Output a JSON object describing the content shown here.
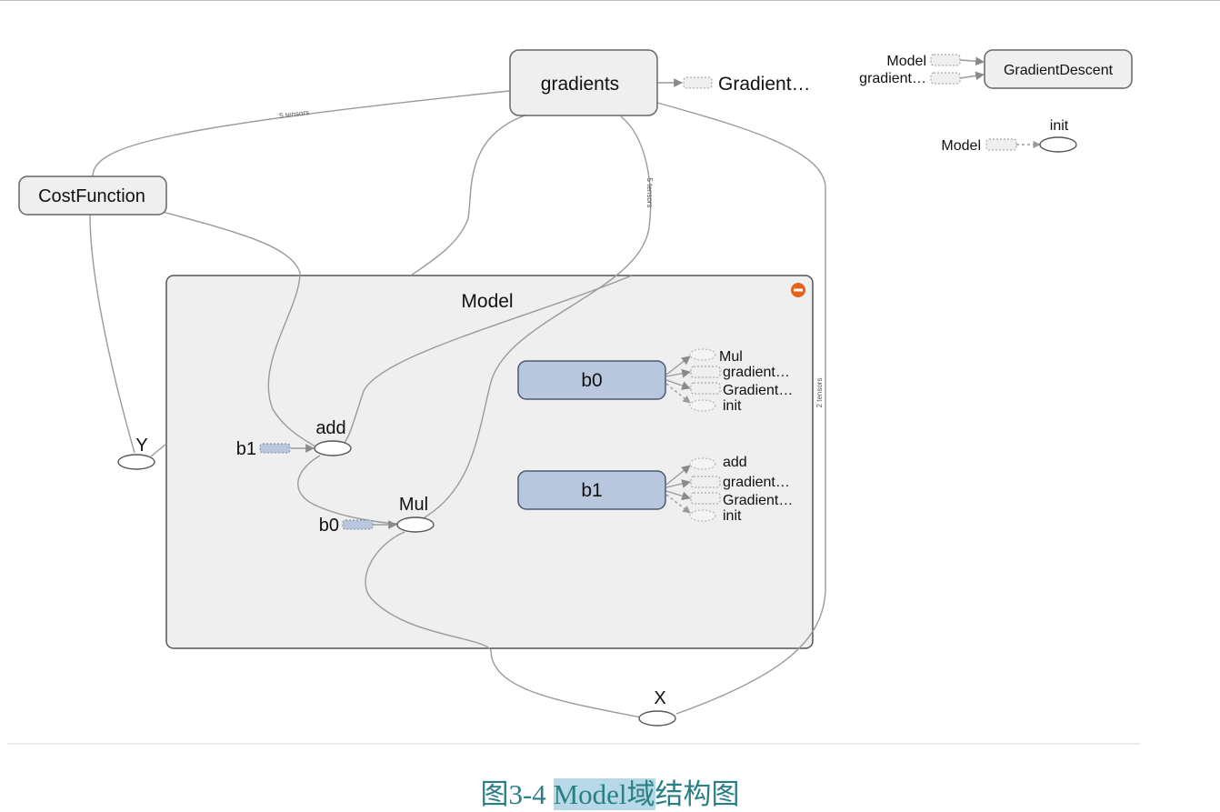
{
  "diagram": {
    "nodes": {
      "gradients": "gradients",
      "gradients_out": "Gradient…",
      "cost_function": "CostFunction",
      "gradient_descent": "GradientDescent",
      "gd_in_model": "Model",
      "gd_in_gradient": "gradient…",
      "init": "init",
      "init_in_model": "Model",
      "model": "Model",
      "b0": "b0",
      "b1": "b1",
      "add": "add",
      "mul": "Mul",
      "b1_small": "b1",
      "b0_small": "b0",
      "y": "Y",
      "x": "X"
    },
    "b0_outputs": [
      "Mul",
      "gradient…",
      "Gradient…",
      "init"
    ],
    "b1_outputs": [
      "add",
      "gradient…",
      "Gradient…",
      "init"
    ],
    "edge_labels": {
      "cost_to_gradients": "5 tensors",
      "gradients_to_model": "5 tensors",
      "gradients_to_x": "2 tensors"
    }
  },
  "caption": {
    "prefix": "图3-4 ",
    "highlight": "Model域",
    "suffix": "结构图"
  }
}
